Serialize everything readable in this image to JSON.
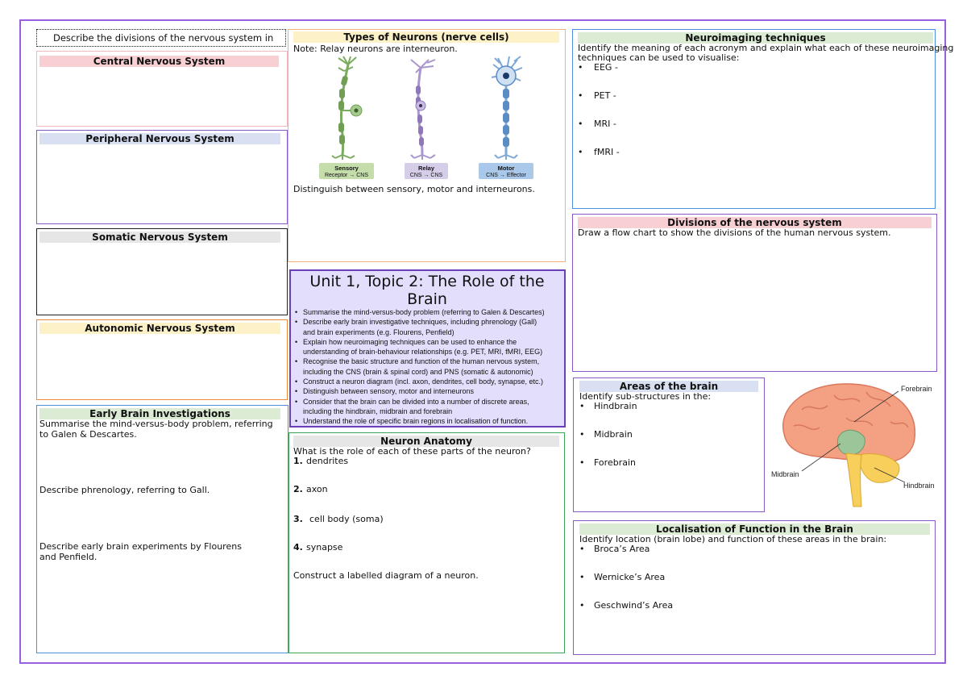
{
  "divisions_prompt": "Describe the divisions of the nervous system in",
  "cns": {
    "title": "Central Nervous System"
  },
  "pns": {
    "title": "Peripheral Nervous System"
  },
  "somatic": {
    "title": "Somatic Nervous System"
  },
  "autonomic": {
    "title": "Autonomic Nervous System"
  },
  "early": {
    "title": "Early Brain Investigations",
    "q1": "Summarise the mind-versus-body problem, referring to Galen & Descartes.",
    "q2": "Describe phrenology, referring to Gall.",
    "q3": "Describe early brain experiments by Flourens and Penfield."
  },
  "types": {
    "title": "Types of Neurons (nerve cells)",
    "note": "Note: Relay neurons are interneuron.",
    "sensory_label": "Sensory",
    "sensory_sub": "Receptor → CNS",
    "relay_label": "Relay",
    "relay_sub": "CNS → CNS",
    "motor_label": "Motor",
    "motor_sub": "CNS → Effector",
    "distinguish": "Distinguish between sensory, motor and interneurons."
  },
  "unit": {
    "title_line1": "Unit 1, Topic 2: The Role of the",
    "title_line2": "Brain",
    "objectives": [
      "Summarise the mind-versus-body problem (referring to Galen & Descartes)",
      "Describe early brain investigative techniques, including phrenology (Gall)",
      "and brain experiments (e.g. Flourens, Penfield)",
      "Explain how neuroimaging techniques can be used to enhance the",
      "understanding of brain-behaviour relationships (e.g. PET, MRI, fMRI, EEG)",
      "Recognise the basic structure and function of the human nervous system,",
      "including the CNS (brain & spinal cord) and PNS (somatic & autonomic)",
      "Construct a neuron diagram (incl. axon, dendrites, cell body, synapse, etc.)",
      "Distinguish between sensory, motor and interneurons",
      "Consider that the brain can be divided into a number of discrete areas,",
      "including the hindbrain, midbrain and forebrain",
      "Understand the role of specific brain regions in localisation of function."
    ]
  },
  "anatomy": {
    "title": "Neuron Anatomy",
    "question": "What is the role of each of these parts of the neuron?",
    "items": [
      {
        "num": "1.",
        "label": "dendrites"
      },
      {
        "num": "2.",
        "label": "axon"
      },
      {
        "num": "3.",
        "label": "cell body (soma)"
      },
      {
        "num": "4.",
        "label": "synapse"
      }
    ],
    "construct": "Construct a labelled diagram of a neuron."
  },
  "imaging": {
    "title": "Neuroimaging techniques",
    "line1": "Identify the meaning of each acronym and explain what each of these neuroimaging",
    "line2": "techniques can be used to visualise:",
    "items": [
      "EEG -",
      "PET -",
      "MRI -",
      "fMRI -"
    ]
  },
  "divisions": {
    "title": "Divisions of the nervous system",
    "prompt": "Draw a flow chart to show the divisions of the human nervous system."
  },
  "areas": {
    "title": "Areas of the brain",
    "prompt": "Identify sub-structures in the:",
    "items": [
      "Hindbrain",
      "Midbrain",
      "Forebrain"
    ],
    "fig_forebrain": "Forebrain",
    "fig_midbrain": "Midbrain",
    "fig_hindbrain": "Hindbrain"
  },
  "localisation": {
    "title": "Localisation of Function in the Brain",
    "prompt": "Identify location (brain lobe) and function of these areas in the brain:",
    "items": [
      "Broca’s Area",
      "Wernicke’s Area",
      "Geschwind’s Area"
    ]
  },
  "bullet_glyph": "•",
  "colors": {
    "frame": "#9a5fe0",
    "pink_header": "#f8d0d4",
    "blue_header": "#d8e0f2",
    "grey_header": "#e6e6e6",
    "yellow_header": "#fdf1c8",
    "green_header": "#dcebd4",
    "unit_bg": "#e2defb"
  }
}
